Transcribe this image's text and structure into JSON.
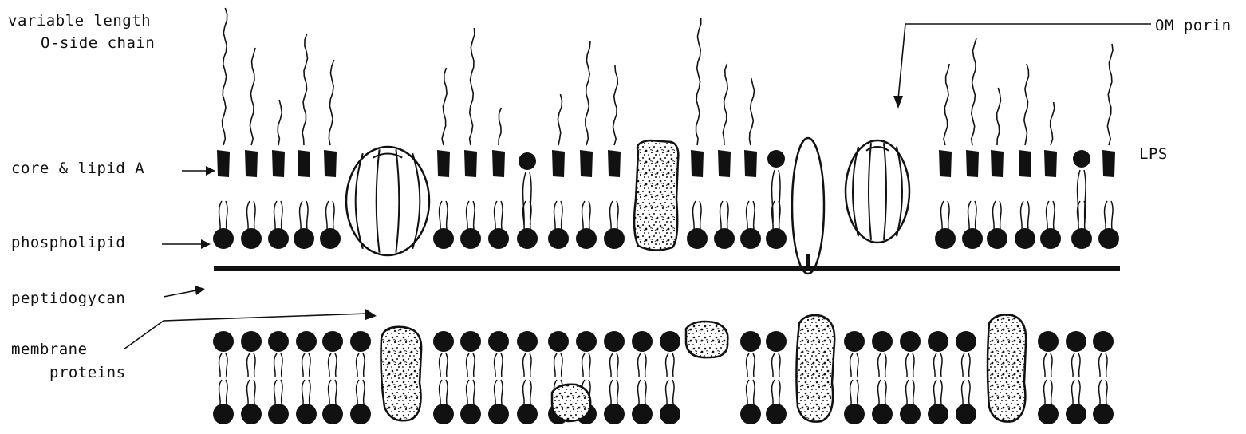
{
  "labels": {
    "o_side_chain_line1": "variable length",
    "o_side_chain_line2": "O-side chain",
    "core_lipid_a": "core & lipid A",
    "phospholipid": "phospholipid",
    "peptidoglycan": "peptidogycan",
    "membrane_proteins_line1": "membrane",
    "membrane_proteins_line2": "proteins",
    "om_porin": "OM porin",
    "lps": "LPS"
  },
  "colors": {
    "ink": "#111111",
    "background": "#ffffff"
  }
}
